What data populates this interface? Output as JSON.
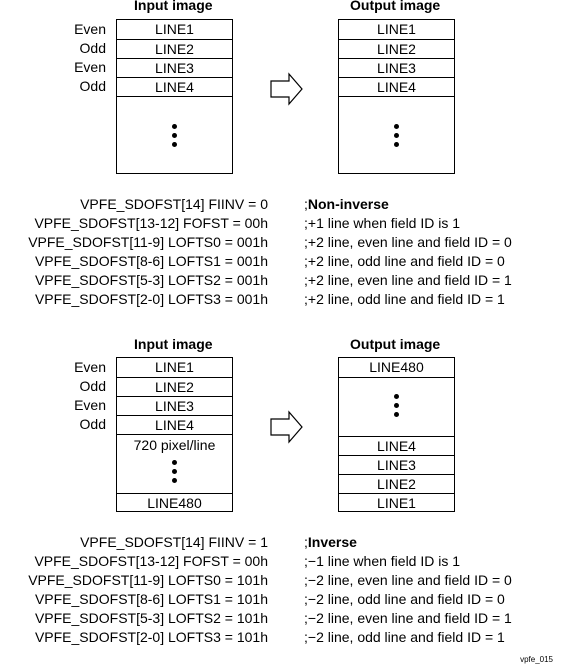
{
  "diagram1": {
    "input_title": "Input image",
    "output_title": "Output image",
    "row_labels": [
      "Even",
      "Odd",
      "Even",
      "Odd"
    ],
    "input_lines": [
      "LINE1",
      "LINE2",
      "LINE3",
      "LINE4"
    ],
    "output_lines": [
      "LINE1",
      "LINE2",
      "LINE3",
      "LINE4"
    ],
    "registers": [
      "VPFE_SDOFST[14] FIINV = 0",
      "VPFE_SDOFST[13-12] FOFST = 00h",
      "VPFE_SDOFST[11-9] LOFTS0 = 001h",
      "VPFE_SDOFST[8-6] LOFTS1 = 001h",
      "VPFE_SDOFST[5-3] LOFTS2 = 001h",
      "VPFE_SDOFST[2-0] LOFTS3 = 001h"
    ],
    "comment_prefix": ";",
    "comment_heading": "Non-inverse",
    "comments": [
      ";+1 line when field ID is 1",
      ";+2 line, even line and field ID = 0",
      ";+2 line, odd line and field ID = 0",
      ";+2 line, even line and field ID = 1",
      ";+2 line, odd line and field ID = 1"
    ]
  },
  "diagram2": {
    "input_title": "Input image",
    "output_title": "Output image",
    "row_labels": [
      "Even",
      "Odd",
      "Even",
      "Odd"
    ],
    "input_lines": [
      "LINE1",
      "LINE2",
      "LINE3",
      "LINE4"
    ],
    "input_note": "720 pixel/line",
    "input_last": "LINE480",
    "output_first": "LINE480",
    "output_lines": [
      "LINE4",
      "LINE3",
      "LINE2",
      "LINE1"
    ],
    "registers": [
      "VPFE_SDOFST[14] FIINV = 1",
      "VPFE_SDOFST[13-12] FOFST = 00h",
      "VPFE_SDOFST[11-9] LOFTS0 = 101h",
      "VPFE_SDOFST[8-6] LOFTS1 = 101h",
      "VPFE_SDOFST[5-3] LOFTS2 = 101h",
      "VPFE_SDOFST[2-0] LOFTS3 = 101h"
    ],
    "comment_prefix": ";",
    "comment_heading": "Inverse",
    "comments": [
      ";−1 line when field ID is 1",
      ";−2 line, even line and field ID = 0",
      ";−2 line, odd line and field ID = 0",
      ";−2 line, even line and field ID = 1",
      ";−2 line, odd line and field ID = 1"
    ]
  },
  "footer": "vpfe_015"
}
